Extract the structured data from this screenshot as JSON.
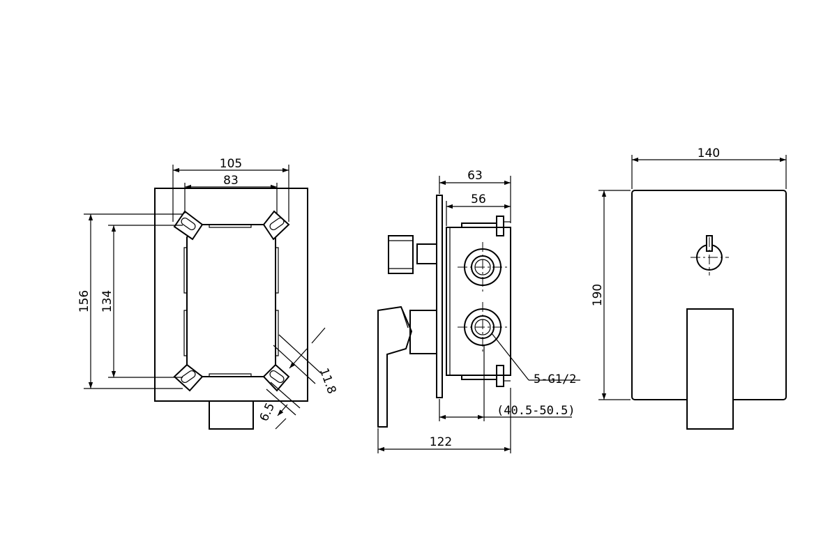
{
  "front_view": {
    "dim_outer_width": "105",
    "dim_inner_width": "83",
    "dim_outer_height": "156",
    "dim_inner_height": "134",
    "dim_slot_length": "11.8",
    "dim_slot_width": "6.5"
  },
  "side_view": {
    "dim_depth": "63",
    "dim_body_depth": "56",
    "dim_total_depth": "122",
    "dim_adjustable_range": "(40.5-50.5)",
    "label_connections": "5-G1/2"
  },
  "plate_view": {
    "dim_plate_width": "140",
    "dim_plate_height": "190"
  },
  "colors": {
    "line": "#000000",
    "background": "#ffffff"
  }
}
